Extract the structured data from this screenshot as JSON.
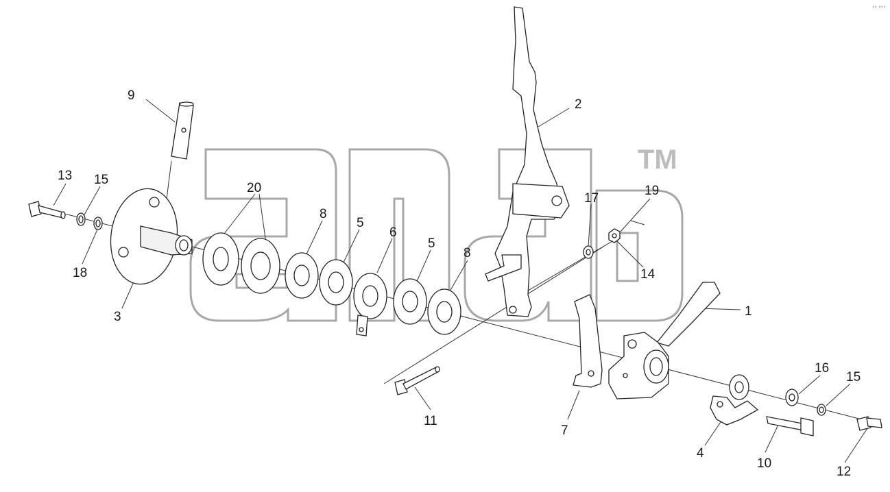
{
  "watermark": {
    "text": "TM"
  },
  "corner_mark": "°° °°°",
  "callouts": [
    {
      "id": "c9",
      "text": "9"
    },
    {
      "id": "c2",
      "text": "2"
    },
    {
      "id": "c13",
      "text": "13"
    },
    {
      "id": "c15a",
      "text": "15"
    },
    {
      "id": "c18",
      "text": "18"
    },
    {
      "id": "c3",
      "text": "3"
    },
    {
      "id": "c20",
      "text": "20"
    },
    {
      "id": "c8a",
      "text": "8"
    },
    {
      "id": "c5a",
      "text": "5"
    },
    {
      "id": "c6",
      "text": "6"
    },
    {
      "id": "c5b",
      "text": "5"
    },
    {
      "id": "c8b",
      "text": "8"
    },
    {
      "id": "c17",
      "text": "17"
    },
    {
      "id": "c19",
      "text": "19"
    },
    {
      "id": "c14",
      "text": "14"
    },
    {
      "id": "c1",
      "text": "1"
    },
    {
      "id": "c16",
      "text": "16"
    },
    {
      "id": "c15b",
      "text": "15"
    },
    {
      "id": "c11",
      "text": "11"
    },
    {
      "id": "c7",
      "text": "7"
    },
    {
      "id": "c4",
      "text": "4"
    },
    {
      "id": "c10",
      "text": "10"
    },
    {
      "id": "c12",
      "text": "12"
    }
  ]
}
